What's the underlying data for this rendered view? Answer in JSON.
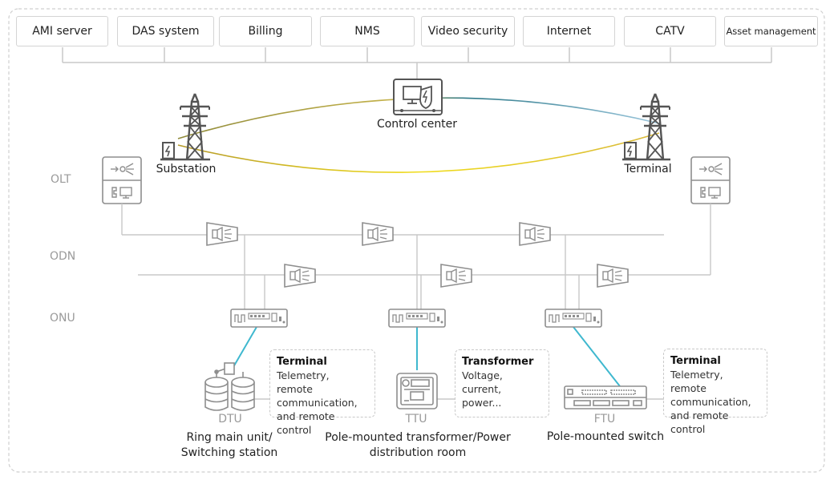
{
  "systems": [
    "AMI server",
    "DAS system",
    "Billing",
    "NMS",
    "Video security",
    "Internet",
    "CATV",
    "Asset management"
  ],
  "control_center": "Control center",
  "substation": "Substation",
  "terminal_top": "Terminal",
  "layers": {
    "olt": "OLT",
    "odn": "ODN",
    "onu": "ONU"
  },
  "devices": [
    {
      "code": "DTU",
      "caption": "Ring main unit/\nSwitching station"
    },
    {
      "code": "TTU",
      "caption": "Pole-mounted transformer/Power\ndistribution room"
    },
    {
      "code": "FTU",
      "caption": "Pole-mounted switch"
    }
  ],
  "info_boxes": [
    {
      "title": "Terminal",
      "body": "Telemetry, remote communication, and remote control"
    },
    {
      "title": "Transformer",
      "body": "Voltage, current, power..."
    },
    {
      "title": "Terminal",
      "body": "Telemetry, remote communication, and remote control"
    }
  ],
  "colors": {
    "accent_cyan": "#3fb8cf",
    "line_gray": "#c8c8c8",
    "icon_gray": "#8e8e8e",
    "ring_gold": "#b5a33b",
    "ring_yellow": "#e6d12a",
    "ring_blue": "#4a9dc8"
  }
}
